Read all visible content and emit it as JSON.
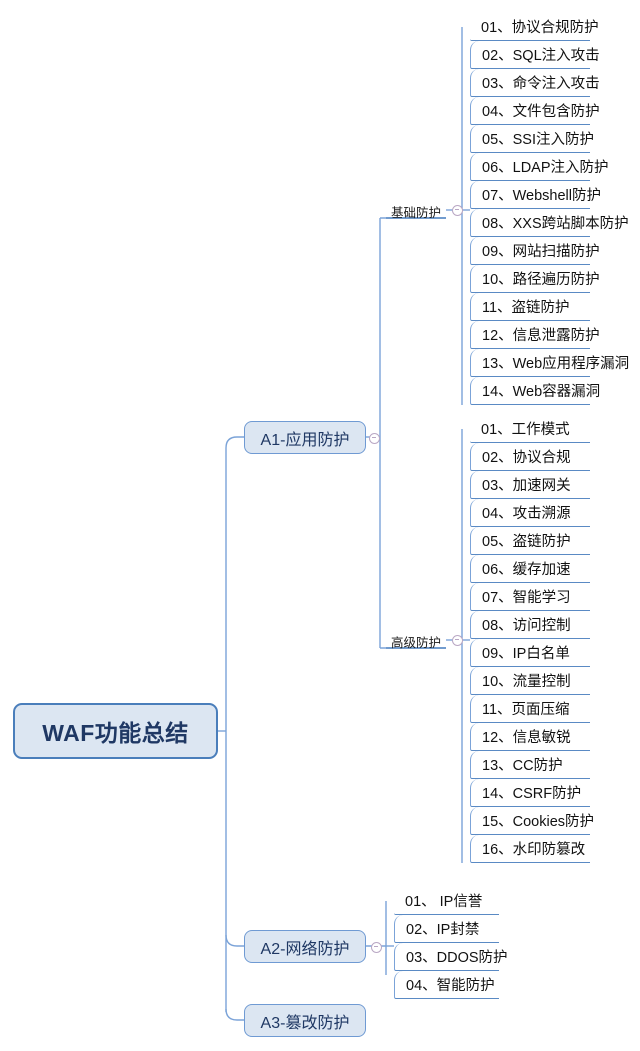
{
  "mindmap": {
    "root": {
      "label": "WAF功能总结"
    },
    "branches": [
      {
        "id": "a1",
        "label": "A1-应用防护"
      },
      {
        "id": "a2",
        "label": "A2-网络防护"
      },
      {
        "id": "a3",
        "label": "A3-篡改防护"
      }
    ],
    "groups": [
      {
        "id": "basic",
        "label": "基础防护"
      },
      {
        "id": "advanced",
        "label": "高级防护"
      }
    ],
    "basic_items": [
      "01、协议合规防护",
      "02、SQL注入攻击",
      "03、命令注入攻击",
      "04、文件包含防护",
      "05、SSI注入防护",
      "06、LDAP注入防护",
      "07、Webshell防护",
      "08、XXS跨站脚本防护",
      "09、网站扫描防护",
      "10、路径遍历防护",
      "11、盗链防护",
      "12、信息泄露防护",
      "13、Web应用程序漏洞",
      "14、Web容器漏洞"
    ],
    "advanced_items": [
      "01、工作模式",
      "02、协议合规",
      "03、加速网关",
      "04、攻击溯源",
      "05、盗链防护",
      "06、缓存加速",
      "07、智能学习",
      "08、访问控制",
      "09、IP白名单",
      "10、流量控制",
      "11、页面压缩",
      "12、信息敏锐",
      "13、CC防护",
      "14、CSRF防护",
      "15、Cookies防护",
      "16、水印防篡改"
    ],
    "network_items": [
      "01、 IP信誉",
      "02、IP封禁",
      "03、DDOS防护",
      "04、智能防护"
    ],
    "colors": {
      "node_fill": "#dce6f2",
      "node_border": "#4a7ebb",
      "root_text": "#1f3864",
      "connector": "#7ba3d8",
      "leaf_underline": "#5a8ac4",
      "background": "#ffffff"
    }
  }
}
